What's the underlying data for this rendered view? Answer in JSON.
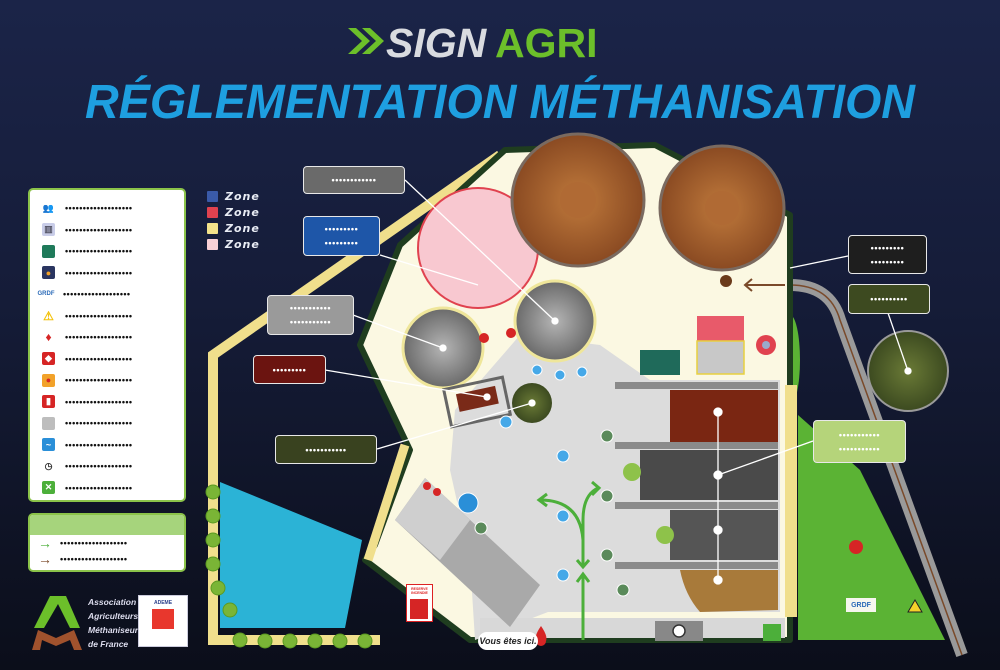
{
  "header": {
    "brand_part1": "SIGN",
    "brand_part2": "AGRI",
    "subtitle": "RÉGLEMENTATION MÉTHANISATION"
  },
  "colors": {
    "brand_green": "#6cbf2a",
    "subtitle_blue": "#1e9fe0",
    "background": "#1b2448"
  },
  "legend": {
    "items": [
      {
        "icon": "elevator-people-icon",
        "text": "•••••••••••••••••••"
      },
      {
        "icon": "grid-panel-icon",
        "text": "•••••••••••••••••••"
      },
      {
        "icon": "green-square-icon",
        "text": "•••••••••••••••••••"
      },
      {
        "icon": "orange-valve-icon",
        "text": "•••••••••••••••••••"
      },
      {
        "icon": "grdf-logo-icon",
        "label": "GRDF",
        "text": "•••••••••••••••••••"
      },
      {
        "icon": "high-voltage-warning-icon",
        "text": "•••••••••••••••••••"
      },
      {
        "icon": "flare-torch-icon",
        "text": "•••••••••••••••••••"
      },
      {
        "icon": "fire-extinguisher-icon",
        "text": "•••••••••••••••••••"
      },
      {
        "icon": "emergency-stop-button-icon",
        "text": "•••••••••••••••••••"
      },
      {
        "icon": "fire-cabinet-icon",
        "text": "•••••••••••••••••••"
      },
      {
        "icon": "metal-plate-icon",
        "text": "•••••••••••••••••••"
      },
      {
        "icon": "hydrant-icon",
        "text": "•••••••••••••••••••"
      },
      {
        "icon": "gauge-icon",
        "text": "•••••••••••••••••••"
      },
      {
        "icon": "emergency-exit-icon",
        "text": "•••••••••••••••••••"
      }
    ]
  },
  "zones": [
    {
      "label": "Zone",
      "color": "#3a5aa8"
    },
    {
      "label": "Zone",
      "color": "#e0424f"
    },
    {
      "label": "Zone",
      "color": "#f3e28a"
    },
    {
      "label": "Zone",
      "color": "#f8d0d6"
    }
  ],
  "arrow_legend": [
    {
      "color": "#4caf3a",
      "text": "•••••••••••••••••••"
    },
    {
      "color": "#7a4a2a",
      "text": "•••••••••••••••••••"
    }
  ],
  "callouts": [
    {
      "name": "digester-gray-top",
      "color": "#6a6a6a",
      "lines": [
        "••••••••••••"
      ]
    },
    {
      "name": "pink-zone",
      "color": "#1e56a8",
      "lines": [
        "•••••••••",
        "•••••••••"
      ]
    },
    {
      "name": "gray-tank",
      "color": "#9a9a9a",
      "lines": [
        "•••••••••••",
        "•••••••••••"
      ]
    },
    {
      "name": "red-hopper",
      "color": "#6b1410",
      "lines": [
        "•••••••••"
      ]
    },
    {
      "name": "olive-tank",
      "color": "#39421f",
      "lines": [
        "•••••••••••"
      ]
    },
    {
      "name": "gas-connection",
      "color": "#1e1e1e",
      "lines": [
        "•••••••••",
        "•••••••••"
      ]
    },
    {
      "name": "outer-tank",
      "color": "#3d4a20",
      "lines": [
        "••••••••••"
      ]
    },
    {
      "name": "storage-silos",
      "color": "#b5d47a",
      "lines": [
        "•••••••••••",
        "•••••••••••"
      ]
    }
  ],
  "site": {
    "you_are_here": "Vous êtes ici.",
    "fire_reserve": "RESERVE INCENDIE",
    "grdf": "GRDF"
  },
  "logos": {
    "aamf_lines": [
      "Association",
      "Agriculteurs",
      "Méthaniseurs",
      "de France"
    ],
    "ademe": "ADEME"
  }
}
